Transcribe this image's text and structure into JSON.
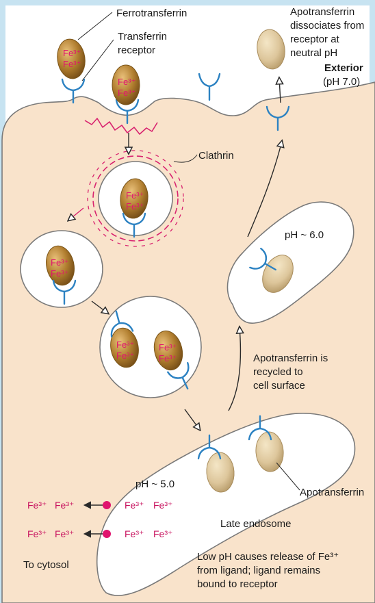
{
  "colors": {
    "background": "#ffffff",
    "frame": "#c7e3f1",
    "cytoplasm": "#f9e3cb",
    "membrane": "#7a7a7a",
    "receptor": "#2c82c2",
    "clathrin": "#d8236f",
    "iron": "#e0146e",
    "ferrotransferrin": "#b07d2e",
    "apotransferrin": "#ddc69b",
    "arrow": "#2a2a2a"
  },
  "icons": {
    "ligand_loaded": "ferrotransferrin-ellipse",
    "ligand_empty": "apotransferrin-ellipse",
    "receptor": "y-shaped-receptor",
    "transporter": "magenta-dot-channel"
  },
  "labels": {
    "ferrotransferrin": "Ferrotransferrin",
    "receptor_1": "Transferrin",
    "receptor_2": "receptor",
    "dissociates_1": "Apotransferrin",
    "dissociates_2": "dissociates from",
    "dissociates_3": "receptor at",
    "dissociates_4": "neutral pH",
    "exterior": "Exterior",
    "exterior_ph": "(pH 7.0)",
    "clathrin": "Clathrin",
    "ph6": "pH ~ 6.0",
    "recycled_1": "Apotransferrin is",
    "recycled_2": "recycled to",
    "recycled_3": "cell surface",
    "ph5": "pH ~ 5.0",
    "apotransferrin": "Apotransferrin",
    "late_endosome": "Late endosome",
    "to_cytosol": "To cytosol",
    "release_1": "Low pH causes release of Fe³⁺",
    "release_2": "from ligand; ligand remains",
    "release_3": "bound to receptor"
  },
  "iron": {
    "fe3": "Fe³⁺",
    "fe3_line1": "Fe³⁺",
    "fe3_line2": "Fe³⁺"
  }
}
